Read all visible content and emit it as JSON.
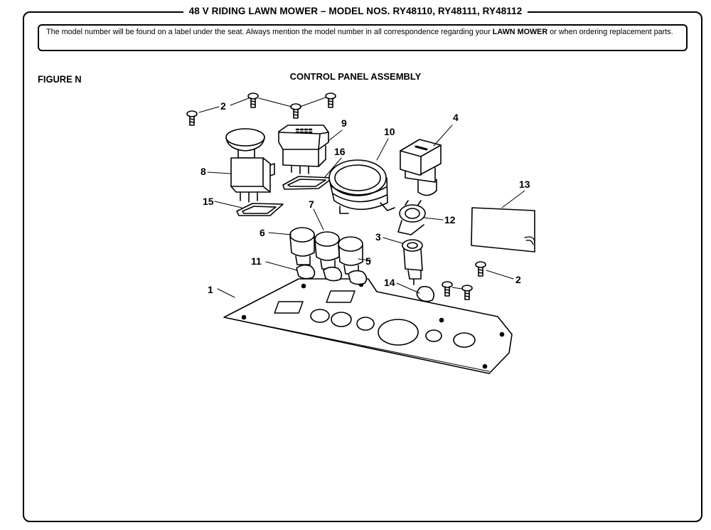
{
  "header": {
    "title": "48 V RIDING LAWN MOWER – MODEL NOS. RY48110, RY48111, RY48112"
  },
  "notice": {
    "text_before": "The model number will be found on a label under the seat. Always mention the model number in all correspondence regarding your ",
    "bold_text": "LAWN MOWER",
    "text_after": " or when ordering replacement parts."
  },
  "figure": {
    "label": "FIGURE N",
    "title": "CONTROL PANEL ASSEMBLY"
  },
  "callouts": {
    "c1": "1",
    "c2a": "2",
    "c2b": "2",
    "c3": "3",
    "c4": "4",
    "c5": "5",
    "c6": "6",
    "c7": "7",
    "c8": "8",
    "c9": "9",
    "c10": "10",
    "c11": "11",
    "c12": "12",
    "c13": "13",
    "c14": "14",
    "c15": "15",
    "c16": "16"
  }
}
